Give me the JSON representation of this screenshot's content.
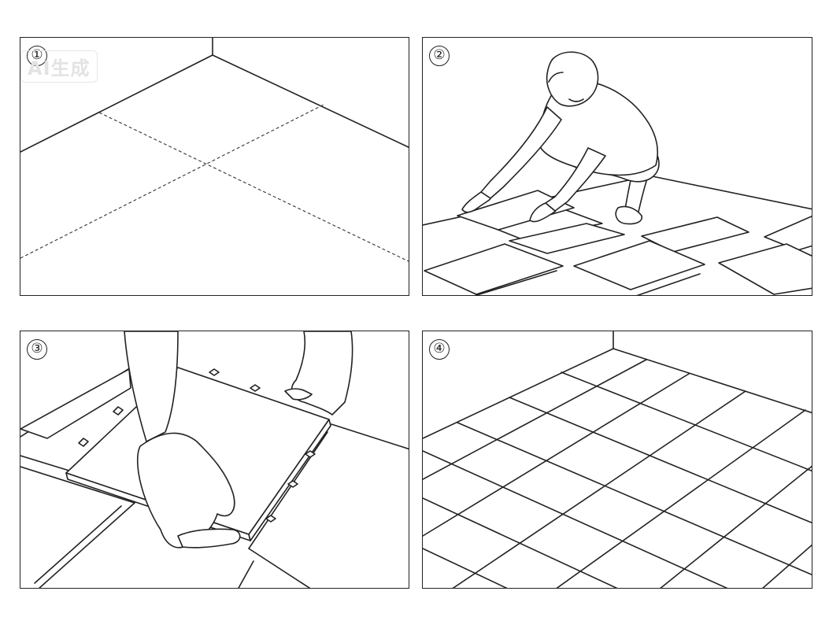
{
  "watermark": {
    "text": "AI生成"
  },
  "steps": [
    {
      "number": "①",
      "icon": "empty-room-floor-with-guidelines"
    },
    {
      "number": "②",
      "icon": "person-laying-tiles"
    },
    {
      "number": "③",
      "icon": "hands-interlocking-tile"
    },
    {
      "number": "④",
      "icon": "finished-tiled-floor"
    }
  ]
}
